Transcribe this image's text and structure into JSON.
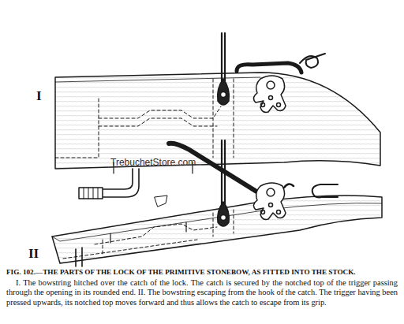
{
  "diagram": {
    "title": "FIG. 102.—THE PARTS OF THE LOCK OF THE PRIMITIVE STONEBOW, AS FITTED INTO THE STOCK.",
    "caption": "I. The bowstring hitched over the catch of the lock. The catch is secured by the notched top of the trigger passing through the opening in its rounded end. II. The bowstring escaping from the hook of the catch. The trigger having been pressed upwards, its notched top moves forward and thus allows the catch to escape from its grip.",
    "labels": [
      "I",
      "II",
      "TrebuchetStore.com"
    ]
  }
}
